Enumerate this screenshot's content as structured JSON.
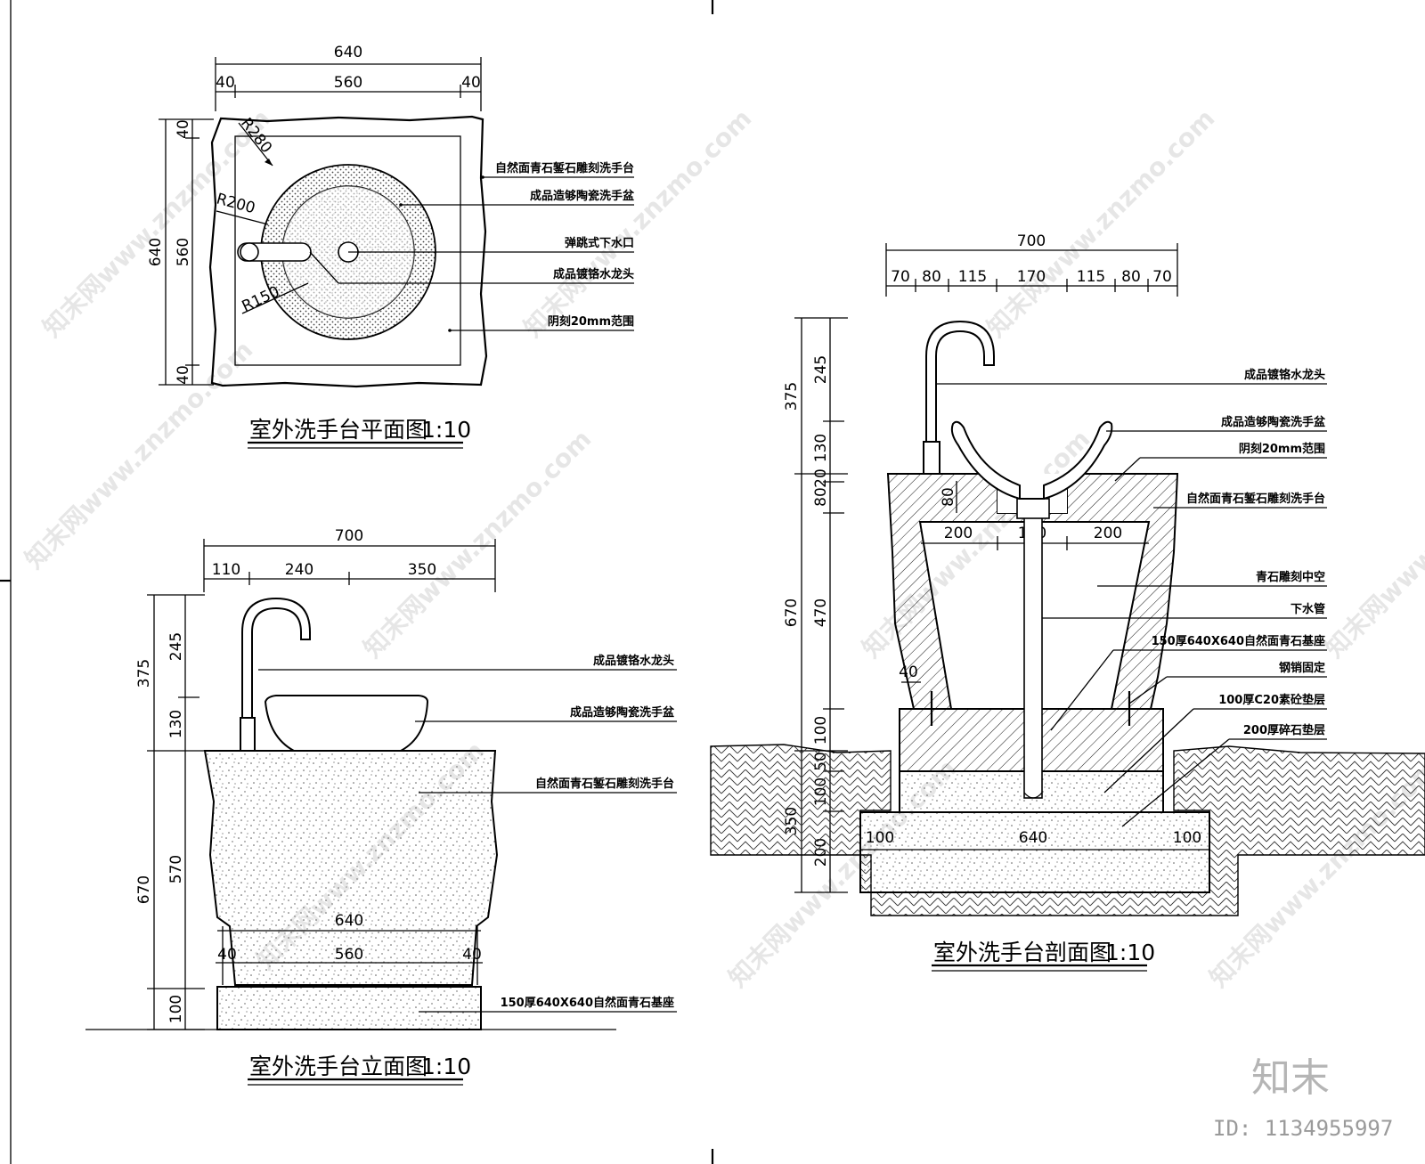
{
  "plan": {
    "title": "室外洗手台平面图",
    "scale": "1:10",
    "dims": {
      "top_total": "640",
      "top_left": "40",
      "top_mid": "560",
      "top_right": "40",
      "side_total": "640",
      "side_top": "40",
      "side_mid": "560",
      "side_bottom": "40"
    },
    "radii": {
      "outer": "R280",
      "bowl": "R200",
      "inner": "R150"
    },
    "labels": [
      "自然面青石錾石雕刻洗手台",
      "成品造够陶瓷洗手盆",
      "弹跳式下水口",
      "成品镀铬水龙头",
      "阴刻20mm范围"
    ]
  },
  "elevation": {
    "title": "室外洗手台立面图",
    "scale": "1:10",
    "dims": {
      "top_total": "700",
      "top_a": "110",
      "top_b": "240",
      "top_c": "350",
      "left_upper": "375",
      "left_lower": "670",
      "right_a": "245",
      "right_b": "130",
      "right_c": "570",
      "right_d": "100",
      "base_total": "640",
      "base_left": "40",
      "base_mid": "560",
      "base_right": "40"
    },
    "labels": [
      "成品镀铬水龙头",
      "成品造够陶瓷洗手盆",
      "自然面青石錾石雕刻洗手台",
      "150厚640X640自然面青石基座"
    ]
  },
  "section": {
    "title": "室外洗手台剖面图",
    "scale": "1:10",
    "dims": {
      "top_total": "700",
      "segs": [
        "70",
        "80",
        "115",
        "170",
        "115",
        "80",
        "70"
      ],
      "left_a": "375",
      "left_b": "670",
      "left_c": "350",
      "right_a": "245",
      "right_b": "130",
      "right_c": "20",
      "right_d": "80",
      "right_e": "470",
      "right_f": "100",
      "right_g": "50",
      "right_h": "100",
      "right_i": "200",
      "inner_80": "80",
      "inner_a": "200",
      "inner_b": "170",
      "inner_c": "200",
      "anchor": "40",
      "bottom_left": "100",
      "bottom_mid": "640",
      "bottom_right": "100"
    },
    "labels": [
      "成品镀铬水龙头",
      "成品造够陶瓷洗手盆",
      "阴刻20mm范围",
      "自然面青石錾石雕刻洗手台",
      "青石雕刻中空",
      "下水管",
      "150厚640X640自然面青石基座",
      "钢销固定",
      "100厚C20素砼垫层",
      "200厚碎石垫层"
    ]
  },
  "watermark": {
    "text": "知末网www.znzmo.com",
    "brand": "知末",
    "id": "ID: 1134955997"
  }
}
